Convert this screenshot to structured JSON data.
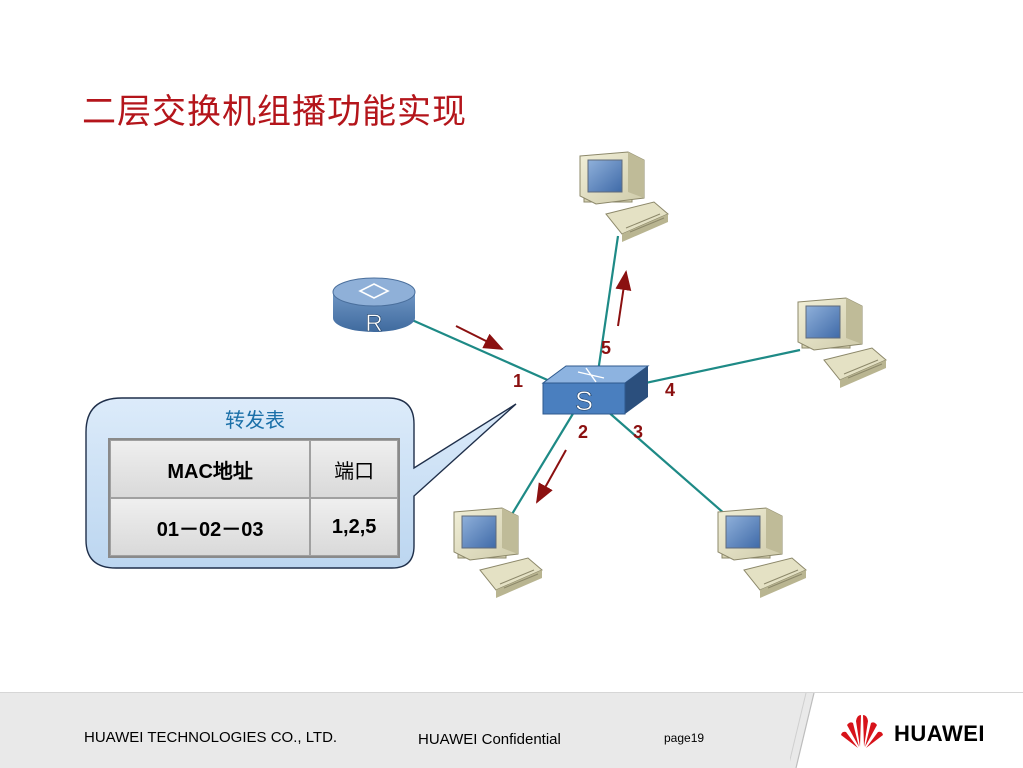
{
  "title": "二层交换机组播功能实现",
  "diagram": {
    "router_label": "R",
    "switch_label": "S",
    "port_labels": [
      "1",
      "2",
      "3",
      "4",
      "5"
    ]
  },
  "callout": {
    "title": "转发表",
    "table": {
      "headers": [
        "MAC地址",
        "端口"
      ],
      "rows": [
        [
          "01－02－03",
          "1,2,5"
        ]
      ]
    }
  },
  "footer": {
    "company": "HUAWEI TECHNOLOGIES CO., LTD.",
    "confidential": "HUAWEI Confidential",
    "page": "page19",
    "brand": "HUAWEI"
  },
  "colors": {
    "title": "#b4151b",
    "link_line": "#1e8a86",
    "arrow": "#8b1010",
    "callout_fill": "#cfe3f7",
    "callout_title": "#1a6fa8",
    "router": "#5b86b8",
    "switch": "#4a7fbf"
  },
  "icons": [
    "router-icon",
    "switch-icon",
    "computer-icon",
    "huawei-logo-icon"
  ]
}
